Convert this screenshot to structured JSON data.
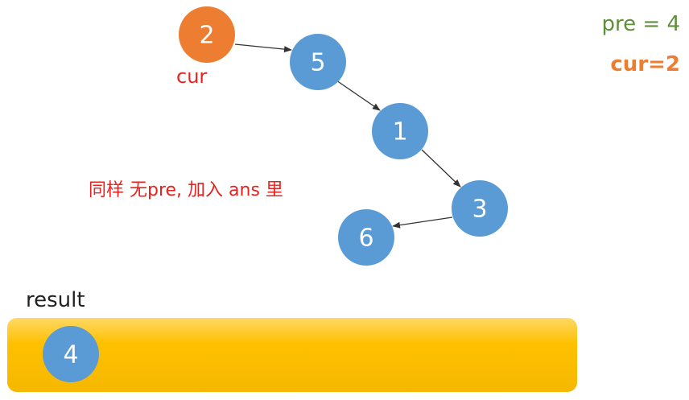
{
  "colors": {
    "node_blue": "#5b9bd5",
    "node_orange": "#ed7d31",
    "cur_label_red": "#e8231f",
    "note_red": "#e8231f",
    "pre_green": "#5f8f3a",
    "cur_orange": "#ed7d31",
    "result_bar_top": "#ffd866",
    "result_bar_bottom": "#ffc000"
  },
  "nodes": [
    {
      "id": "n2",
      "label": "2",
      "color": "orange"
    },
    {
      "id": "n5",
      "label": "5",
      "color": "blue"
    },
    {
      "id": "n1",
      "label": "1",
      "color": "blue"
    },
    {
      "id": "n3",
      "label": "3",
      "color": "blue"
    },
    {
      "id": "n6",
      "label": "6",
      "color": "blue"
    }
  ],
  "edges": [
    {
      "from": "n2",
      "to": "n5"
    },
    {
      "from": "n5",
      "to": "n1"
    },
    {
      "from": "n1",
      "to": "n3"
    },
    {
      "from": "n3",
      "to": "n6"
    }
  ],
  "cur_label": "cur",
  "note": "同样 无pre, 加入 ans 里",
  "status": {
    "pre": "pre = 4",
    "cur": "cur=2"
  },
  "result": {
    "label": "result",
    "items": [
      "4"
    ]
  }
}
